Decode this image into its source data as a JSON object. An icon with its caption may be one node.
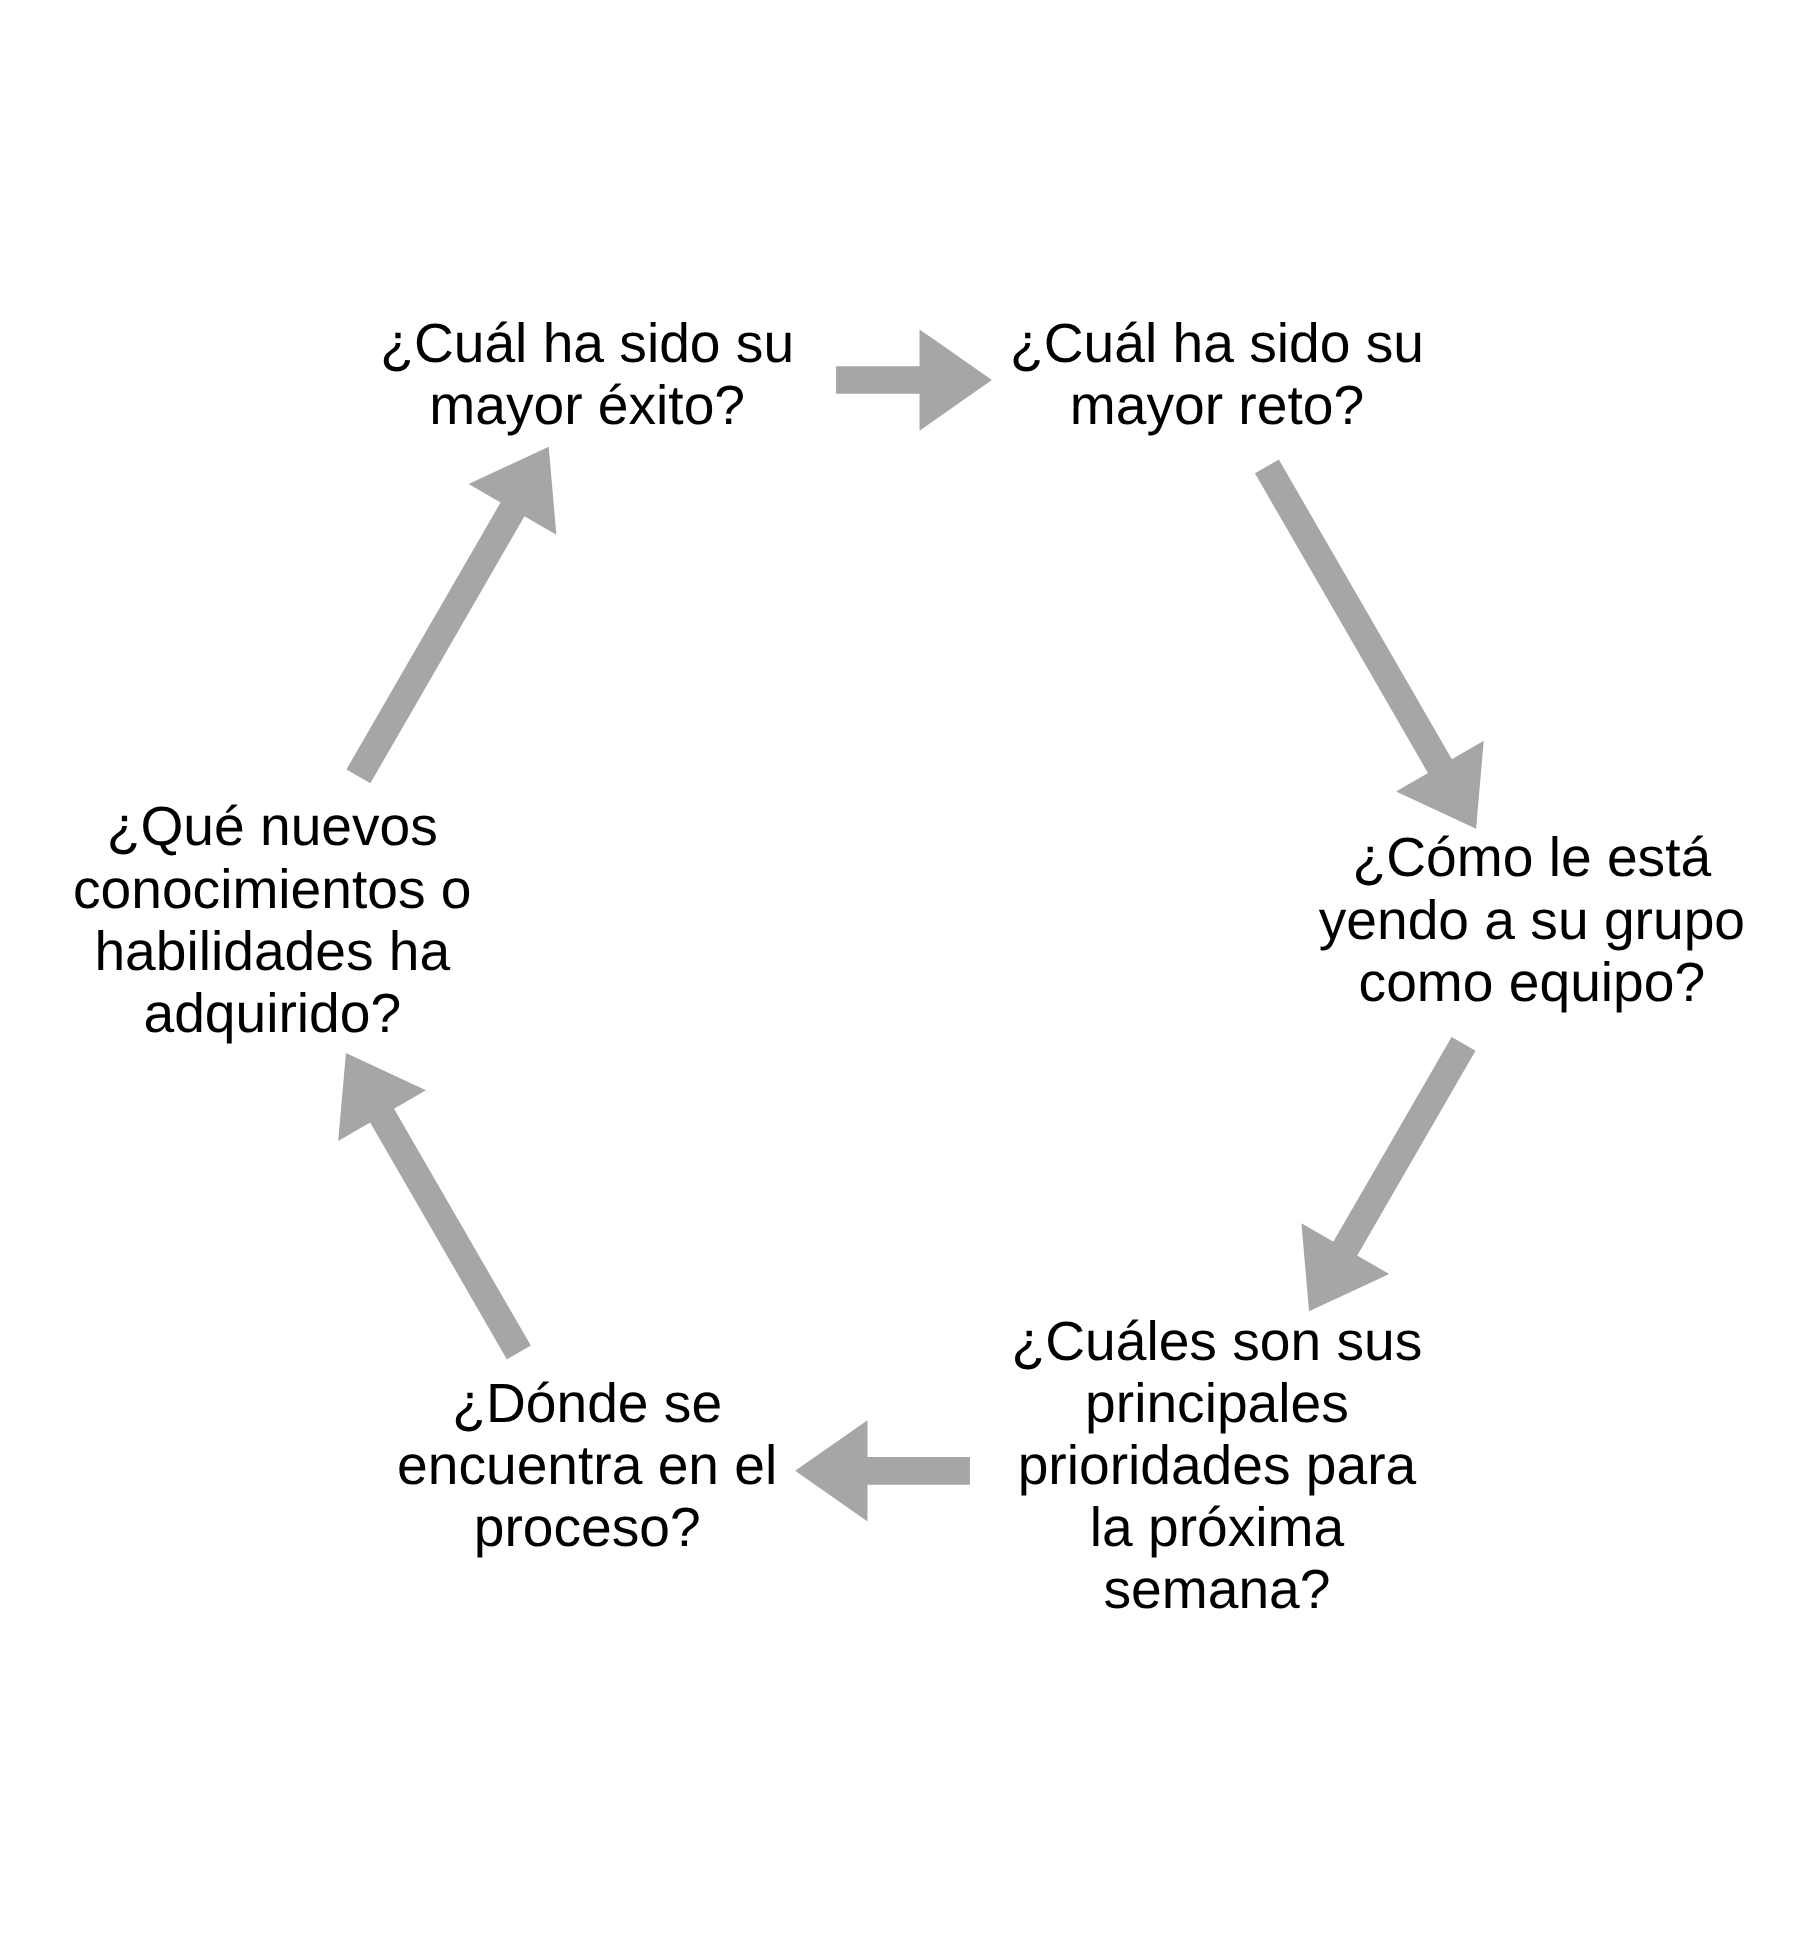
{
  "diagram": {
    "nodes": [
      {
        "text": [
          "¿Cuáles son sus principales prioridades para la próxima semana?"
        ]
      },
      {
        "text": [
          "¿Dónde se encuentra en el proceso?"
        ]
      },
      {
        "text": [
          "¿Qué nuevos conocimientos o habilidades ha adquirido?"
        ]
      },
      {
        "text": [
          "¿Cuál ha sido su mayor éxito?"
        ]
      },
      {
        "text": [
          "¿Cuál ha sido su mayor reto?"
        ]
      },
      {
        "text": [
          "¿Cómo le está yendo a su grupo como equipo?"
        ]
      }
    ],
    "edges": [
      {
        "from": 0,
        "to": 1,
        "arrow": "to"
      },
      {
        "from": 1,
        "to": 2,
        "arrow": "to"
      },
      {
        "from": 2,
        "to": 3,
        "arrow": "to"
      },
      {
        "from": 3,
        "to": 4,
        "arrow": "to"
      },
      {
        "from": 4,
        "to": 5,
        "arrow": "to"
      },
      {
        "from": 5,
        "to": 0,
        "arrow": "to"
      }
    ]
  }
}
